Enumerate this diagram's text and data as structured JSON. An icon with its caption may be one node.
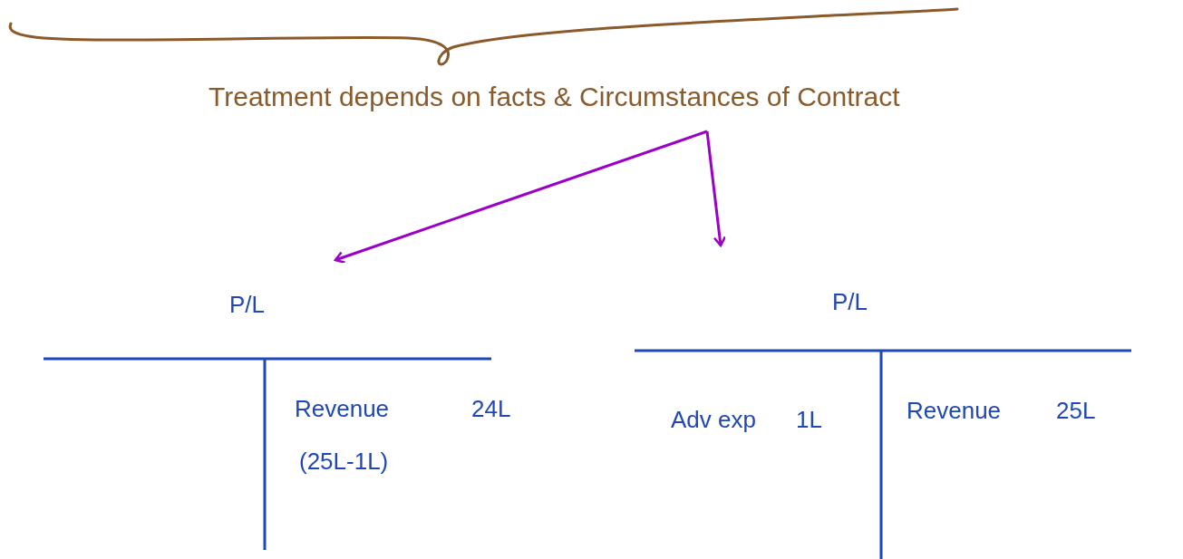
{
  "diagram": {
    "nodes": [
      {
        "text": [
          "Treatment depends on facts & Circumstances of Contract"
        ]
      },
      {
        "text": [
          "P/L",
          "Revenue",
          "24L",
          "(25L-1L)"
        ]
      },
      {
        "text": [
          "P/L",
          "Adv exp",
          "1L",
          "Revenue",
          "25L"
        ]
      }
    ],
    "edges": [
      {
        "from": 0,
        "to": 1,
        "arrow": "to"
      },
      {
        "from": 0,
        "to": 2,
        "arrow": "to"
      }
    ]
  }
}
